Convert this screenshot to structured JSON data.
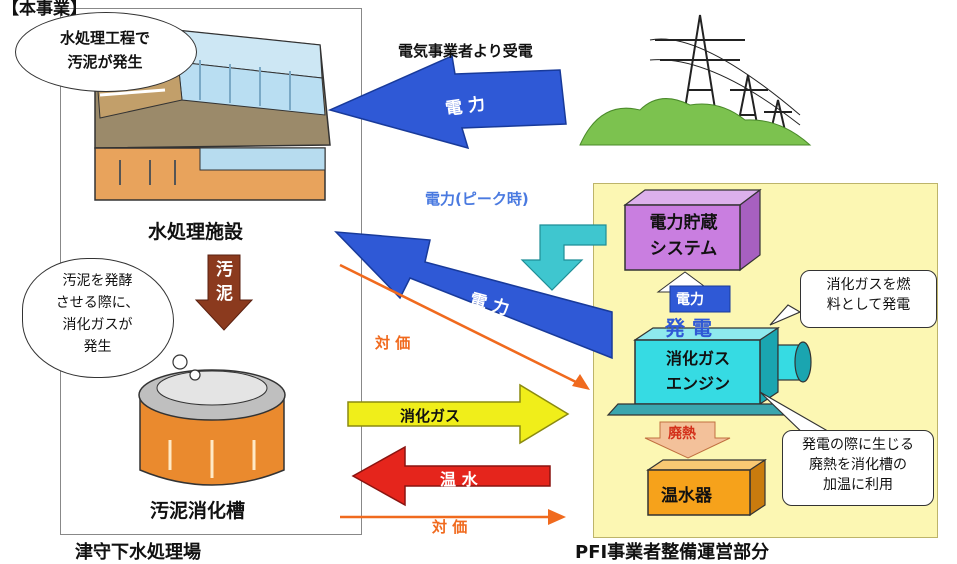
{
  "header": {
    "section_title": "【本事業】"
  },
  "left_facility": {
    "bubble_sludge": "水処理工程で\n汚泥が発生",
    "water_treatment_label": "水処理施設",
    "sludge_vertical_label": "汚泥",
    "bubble_gas": "汚泥を発酵\nさせる際に、\n消化ガスが\n発生",
    "digester_label": "汚泥消化槽",
    "footer_label": "津守下水処理場"
  },
  "flows": {
    "from_utility_caption": "電気事業者より受電",
    "power_top": "電 力",
    "power_peak_caption": "電力(ピーク時)",
    "power_middle": "電 力",
    "payment_top": "対 価",
    "digestion_gas": "消化ガス",
    "hot_water": "温 水",
    "payment_bottom": "対 価"
  },
  "right_facility": {
    "storage_system": "電力貯蔵\nシステム",
    "power_up": "電力",
    "generation": "発 電",
    "gas_engine": "消化ガス\nエンジン",
    "waste_heat": "廃熱",
    "water_heater": "温水器",
    "callout_fuel": "消化ガスを燃\n料として発電",
    "callout_heat": "発電の際に生じる\n廃熱を消化槽の\n加温に利用",
    "footer_label": "PFI事業者整備運営部分"
  },
  "colors": {
    "blue_arrow": "#2f59d6",
    "cyan_arrow": "#3fc6cf",
    "yellow_arrow": "#f0ee1a",
    "red_arrow": "#e5251c",
    "orange_line": "#f06a1e",
    "cyan_box": "#36dbe3",
    "purple_box": "#c97ee0",
    "orange_box": "#f6a21b",
    "right_panel": "#fcf7b3"
  }
}
